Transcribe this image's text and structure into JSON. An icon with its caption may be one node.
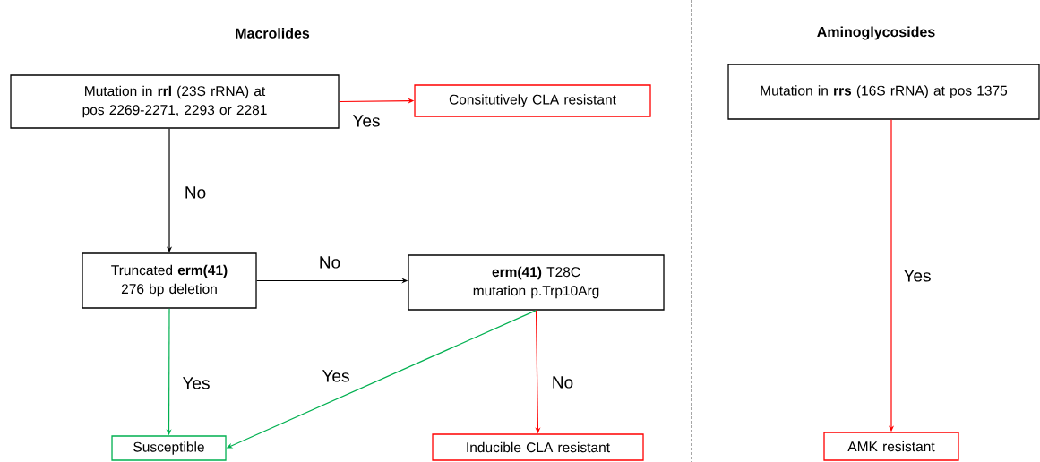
{
  "diagram": {
    "nodes": [
      {
        "text": [
          "Mutation in **rrl** (23S rRNA) at pos 2269-2271, 2293 or 2281"
        ]
      },
      {
        "text": [
          "Consitutively CLA resistant"
        ]
      },
      {
        "text": [
          "Truncated **erm(41)** 276 bp deletion"
        ]
      },
      {
        "text": [
          "**erm(41)** T28C mutation p.Trp10Arg"
        ]
      },
      {
        "text": [
          "Susceptible"
        ]
      },
      {
        "text": [
          "Inducible CLA resistant"
        ]
      },
      {
        "text": [
          "Mutation in **rrs** (16S rRNA) at pos 1375"
        ]
      },
      {
        "text": [
          "AMK resistant"
        ]
      }
    ],
    "edges": [
      {
        "from": 0,
        "to": 1,
        "arrow": "to",
        "label": "Yes",
        "color": "#ff0000"
      },
      {
        "from": 0,
        "to": 2,
        "arrow": "to",
        "label": "No",
        "color": "#000000"
      },
      {
        "from": 2,
        "to": 3,
        "arrow": "to",
        "label": "No",
        "color": "#000000"
      },
      {
        "from": 2,
        "to": 4,
        "arrow": "to",
        "label": "Yes",
        "color": "#00b050"
      },
      {
        "from": 3,
        "to": 4,
        "arrow": "to",
        "label": "Yes",
        "color": "#00b050"
      },
      {
        "from": 3,
        "to": 5,
        "arrow": "to",
        "label": "No",
        "color": "#ff0000"
      },
      {
        "from": 6,
        "to": 7,
        "arrow": "to",
        "label": "Yes",
        "color": "#ff0000"
      }
    ],
    "labels": [
      "Macrolides",
      "Aminoglycosides"
    ]
  }
}
